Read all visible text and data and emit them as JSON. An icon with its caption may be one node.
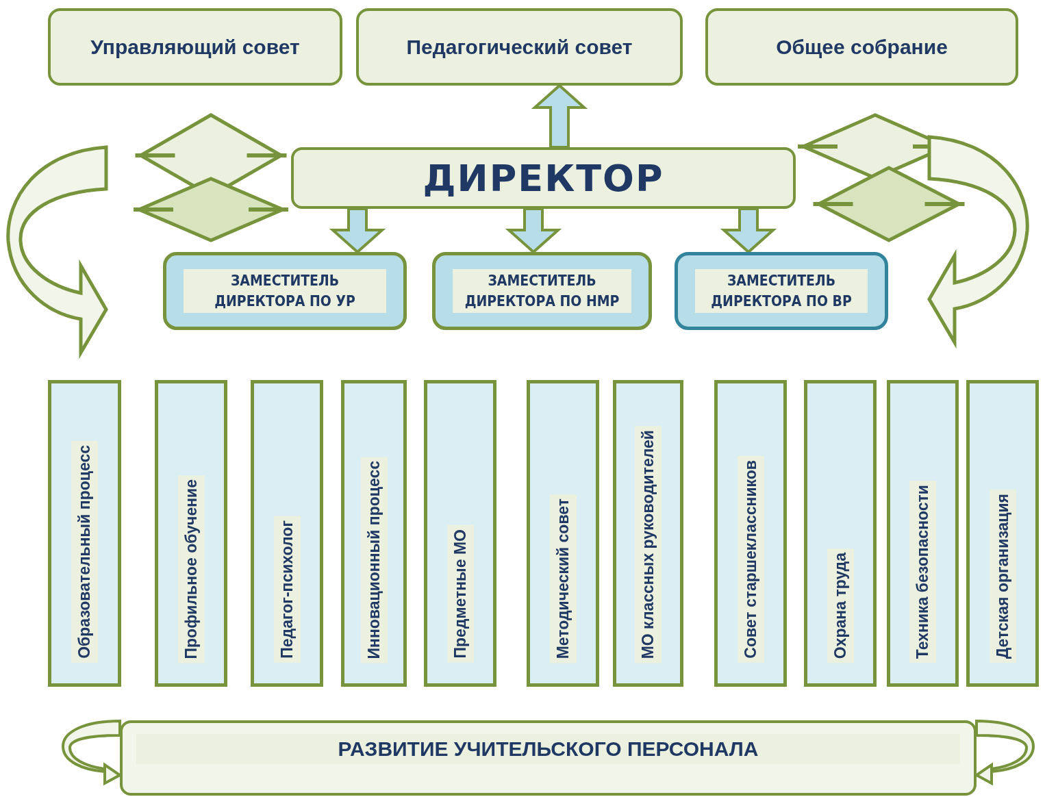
{
  "diagram": {
    "nodes": [
      {
        "text": [
          "Управляющий совет"
        ]
      },
      {
        "text": [
          "Педагогический совет"
        ]
      },
      {
        "text": [
          "Общее собрание"
        ]
      },
      {
        "text": [
          "ДИРЕКТОР"
        ]
      },
      {
        "text": [
          "ЗАМЕСТИТЕЛЬ ДИРЕКТОРА ПО УР"
        ]
      },
      {
        "text": [
          "ЗАМЕСТИТЕЛЬ ДИРЕКТОРА ПО НМР"
        ]
      },
      {
        "text": [
          "ЗАМЕСТИТЕЛЬ ДИРЕКТОРА ПО ВР"
        ]
      },
      {
        "text": [
          "Образовательный процесс"
        ]
      },
      {
        "text": [
          "Профильное  обучение"
        ]
      },
      {
        "text": [
          "Педагог-психолог"
        ]
      },
      {
        "text": [
          "Инновационный процесс"
        ]
      },
      {
        "text": [
          "Предметные МО"
        ]
      },
      {
        "text": [
          "Методический совет"
        ]
      },
      {
        "text": [
          "МО классных руководителей"
        ]
      },
      {
        "text": [
          "Совет старшеклассников"
        ]
      },
      {
        "text": [
          "Охрана труда"
        ]
      },
      {
        "text": [
          "Техника безопасности"
        ]
      },
      {
        "text": [
          "Детская организация"
        ]
      },
      {
        "text": [
          "РАЗВИТИЕ УЧИТЕЛЬСКОГО ПЕРСОНАЛА"
        ]
      }
    ],
    "edges": [
      {
        "from": 3,
        "to": 1,
        "arrow": "to"
      },
      {
        "from": 3,
        "to": 4,
        "arrow": "to"
      },
      {
        "from": 3,
        "to": 5,
        "arrow": "to"
      },
      {
        "from": 3,
        "to": 6,
        "arrow": "to"
      },
      {
        "from": 18,
        "to": 18,
        "arrow": "to"
      },
      {
        "from": 18,
        "to": 18,
        "arrow": "to"
      }
    ]
  }
}
